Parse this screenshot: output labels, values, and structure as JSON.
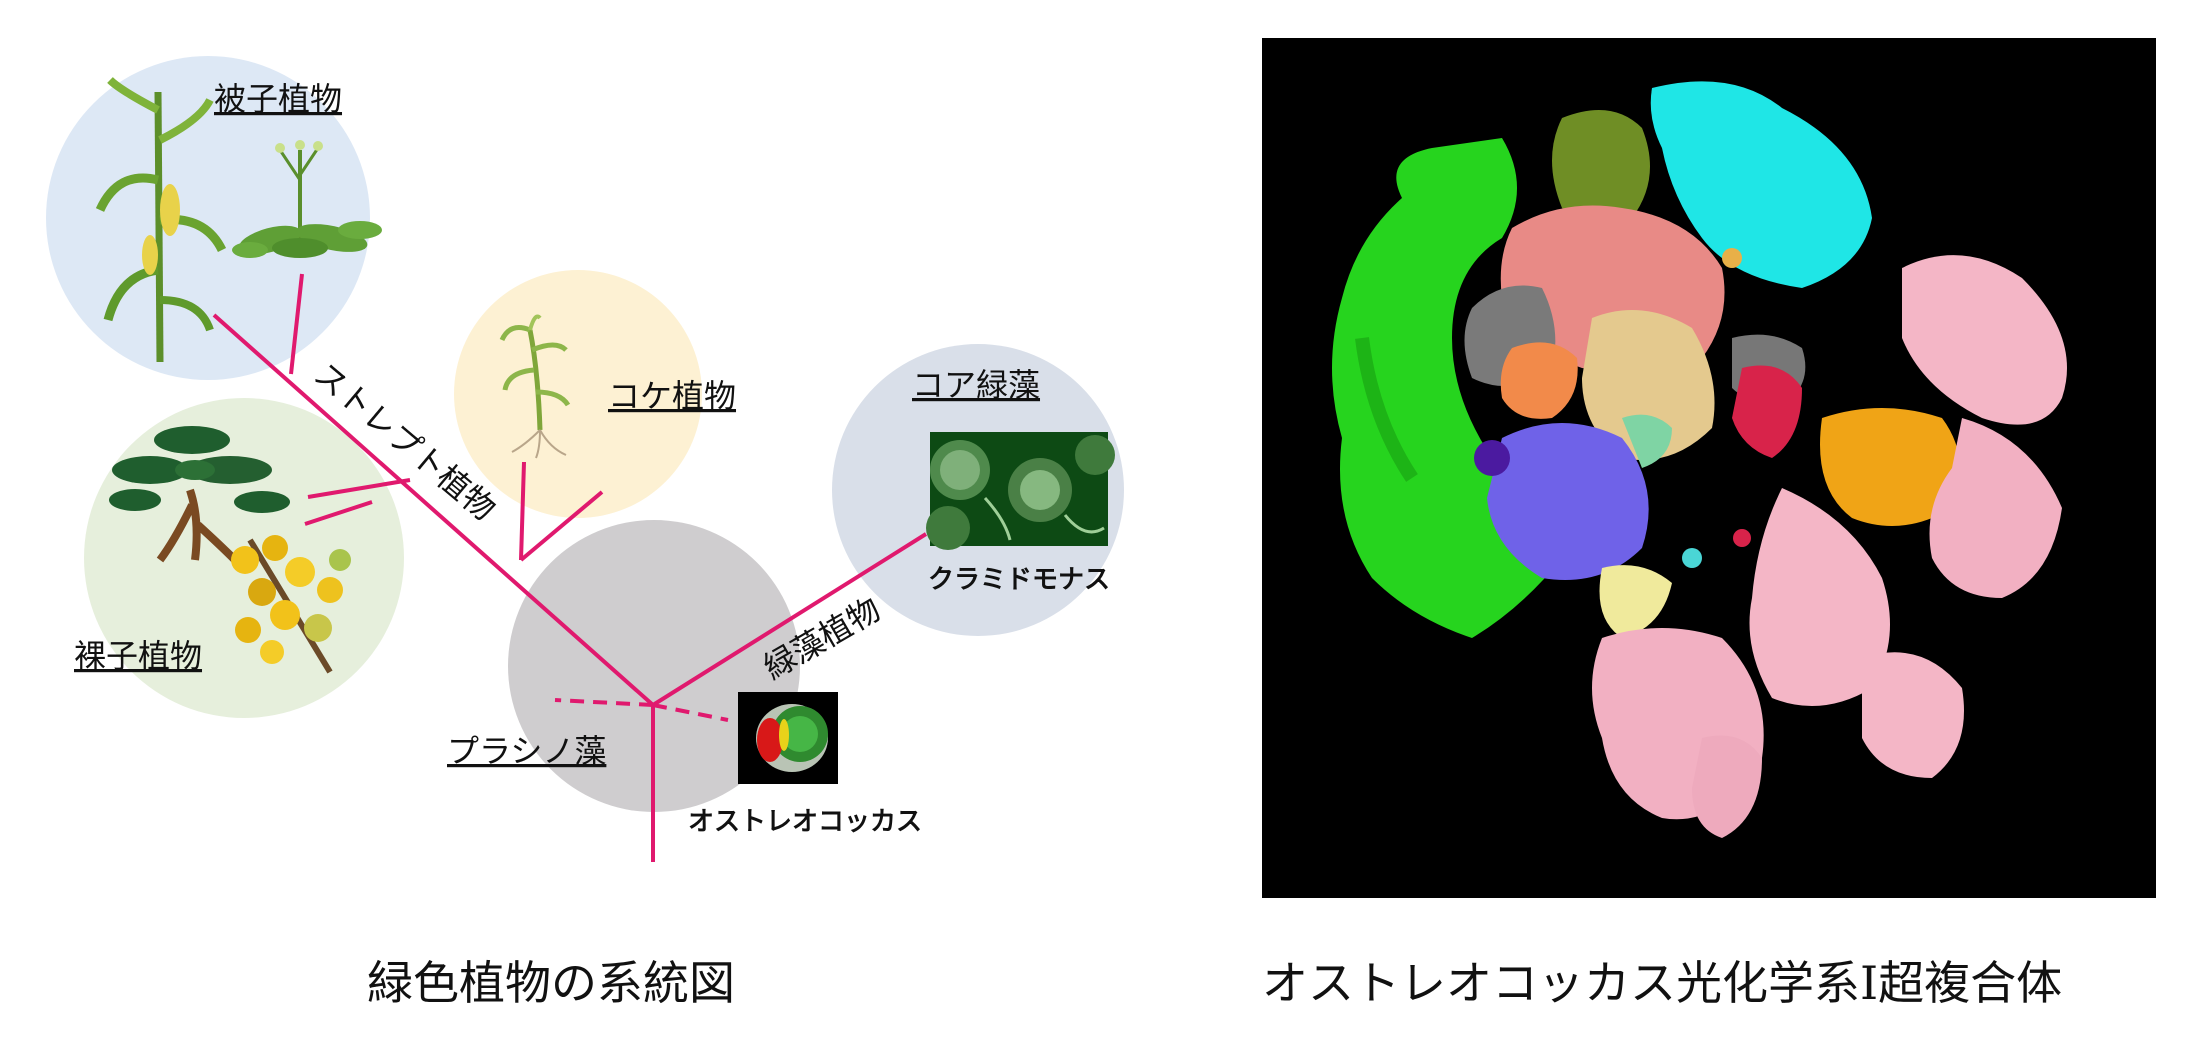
{
  "tree": {
    "angiosperm_label": "被子植物",
    "moss_label": "コケ植物",
    "gymnosperm_label": "裸子植物",
    "core_green_algae_label": "コア緑藻",
    "prasinophyte_label": "プラシノ藻",
    "chlamydomonas_label": "クラミドモナス",
    "ostreococcus_label": "オストレオコッカス",
    "streptophyte_branch_label": "ストレプト植物",
    "chlorophyte_branch_label": "緑藻植物"
  },
  "captions": {
    "left": "緑色植物の系統図",
    "right": "オストレオコッカス光化学系I超複合体"
  },
  "colors": {
    "branch": "#e0196e",
    "angiosperm_circle": "#dde8f5",
    "moss_circle": "#fdf1d3",
    "gymnosperm_circle": "#e6efdc",
    "core_algae_circle": "#d9dfe9",
    "prasino_circle": "#cfcdcf"
  }
}
